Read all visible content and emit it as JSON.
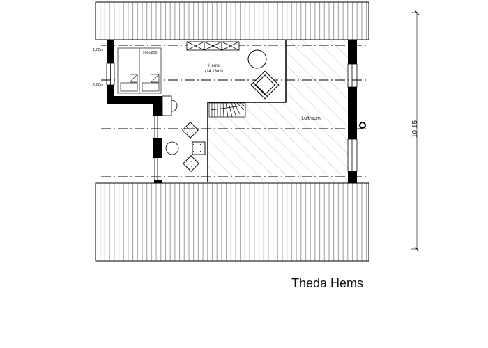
{
  "title": "Theda Hems",
  "labels": {
    "room_name": "Hems",
    "room_area": "(24.13m²)",
    "void": "Luftraum",
    "bed_size": "160x200",
    "height_1": "1,00m",
    "height_2": "2,00m"
  },
  "dimension": {
    "total_depth": "10.15"
  },
  "colors": {
    "line": "#000000",
    "roof_stripe": "#9a9a9a",
    "hatch": "#b8b8b8",
    "background": "#ffffff"
  }
}
